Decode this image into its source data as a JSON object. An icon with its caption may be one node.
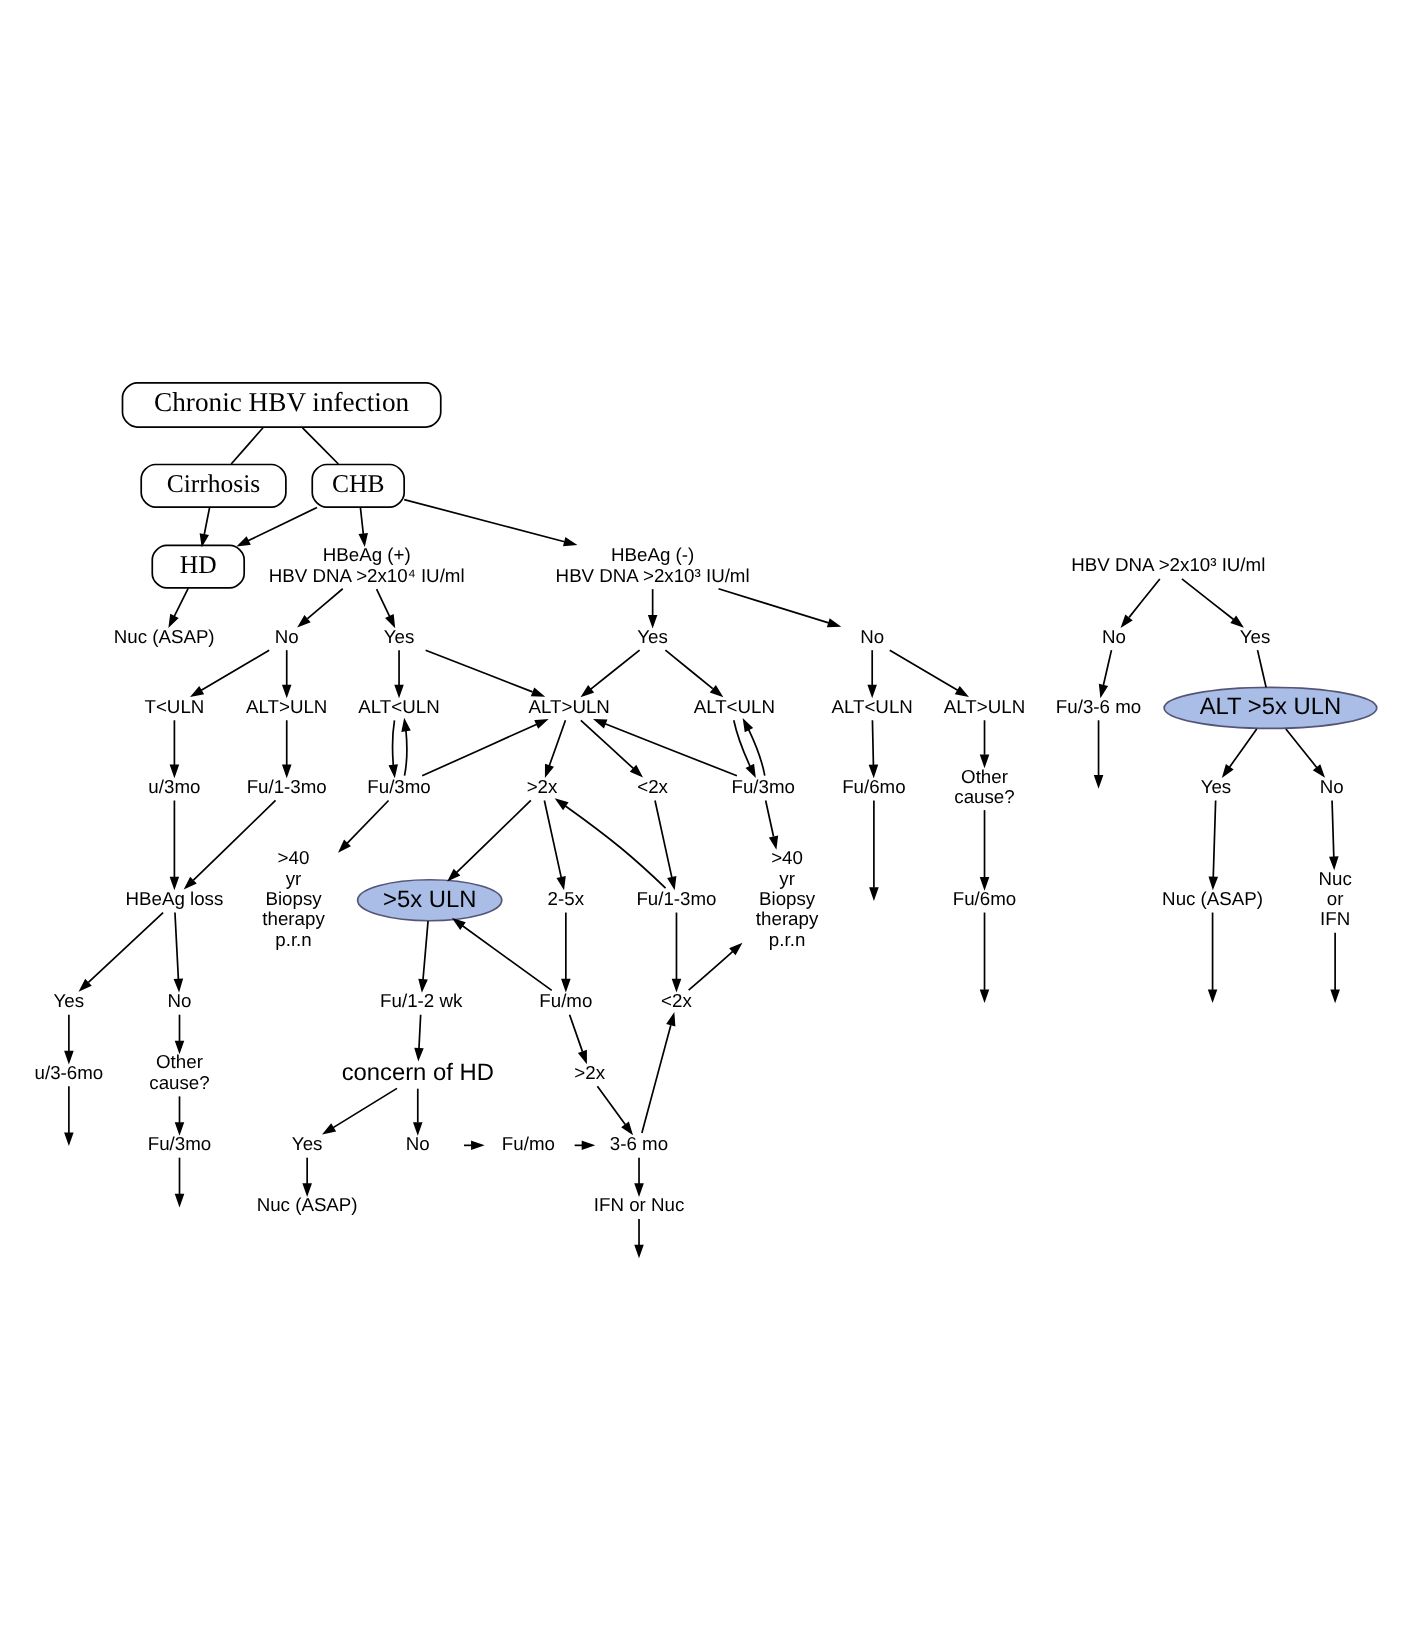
{
  "diagram": {
    "nodes": [
      {
        "text": [
          "Chronic HBV infection"
        ]
      },
      {
        "text": [
          "CHB"
        ]
      },
      {
        "text": [
          "Cirrhosis"
        ]
      },
      {
        "text": [
          "HD"
        ]
      },
      {
        "text": [
          "Nuc (ASAP)"
        ]
      },
      {
        "text": [
          "HBeAg (+)",
          "HBV DNA >2x10⁴ IU/ml"
        ]
      },
      {
        "text": [
          "HBeAg (-)",
          "HBV DNA >2x10³ IU/ml"
        ]
      },
      {
        "text": [
          "HBV DNA >2x10³ IU/ml"
        ]
      },
      {
        "text": [
          "No"
        ]
      },
      {
        "text": [
          "Yes"
        ]
      },
      {
        "text": [
          "Yes"
        ]
      },
      {
        "text": [
          "No"
        ]
      },
      {
        "text": [
          "No"
        ]
      },
      {
        "text": [
          "Yes"
        ]
      },
      {
        "text": [
          "ALT >5x ULN"
        ]
      },
      {
        "text": [
          "T<ULN"
        ]
      },
      {
        "text": [
          "ALT>ULN"
        ]
      },
      {
        "text": [
          "ALT<ULN"
        ]
      },
      {
        "text": [
          "ALT>ULN"
        ]
      },
      {
        "text": [
          "ALT<ULN"
        ]
      },
      {
        "text": [
          "ALT<ULN"
        ]
      },
      {
        "text": [
          "ALT>ULN"
        ]
      },
      {
        "text": [
          "Yes"
        ]
      },
      {
        "text": [
          "No"
        ]
      },
      {
        "text": [
          "u/3mo"
        ]
      },
      {
        "text": [
          "Fu/1-3mo"
        ]
      },
      {
        "text": [
          "Fu/3mo"
        ]
      },
      {
        "text": [
          ">2x"
        ]
      },
      {
        "text": [
          "<2x"
        ]
      },
      {
        "text": [
          "Fu/3mo"
        ]
      },
      {
        "text": [
          "Fu/6mo"
        ]
      },
      {
        "text": [
          "Other cause?"
        ]
      },
      {
        "text": [
          "Fu/3-6 mo"
        ]
      },
      {
        "text": [
          "Nuc (ASAP)"
        ]
      },
      {
        "text": [
          "Nuc or IFN"
        ]
      },
      {
        "text": [
          "HBeAg loss"
        ]
      },
      {
        "text": [
          ">40 yr Biopsy therapy p.r.n"
        ]
      },
      {
        "text": [
          ">5x ULN"
        ]
      },
      {
        "text": [
          "2-5x"
        ]
      },
      {
        "text": [
          "Fu/1-3mo"
        ]
      },
      {
        "text": [
          ">40 yr Biopsy therapy p.r.n"
        ]
      },
      {
        "text": [
          "Fu/6mo"
        ]
      },
      {
        "text": [
          "Yes"
        ]
      },
      {
        "text": [
          "No"
        ]
      },
      {
        "text": [
          "Fu/1-2 wk"
        ]
      },
      {
        "text": [
          "Fu/mo"
        ]
      },
      {
        "text": [
          "concern of HD"
        ]
      },
      {
        "text": [
          "u/3-6mo"
        ]
      },
      {
        "text": [
          "Other cause?"
        ]
      },
      {
        "text": [
          "<2x"
        ]
      },
      {
        "text": [
          ">2x"
        ]
      },
      {
        "text": [
          "Yes"
        ]
      },
      {
        "text": [
          "No"
        ]
      },
      {
        "text": [
          "Fu/mo"
        ]
      },
      {
        "text": [
          "3-6 mo"
        ]
      },
      {
        "text": [
          "Fu/3mo"
        ]
      },
      {
        "text": [
          "Nuc (ASAP)"
        ]
      },
      {
        "text": [
          "IFN or Nuc"
        ]
      }
    ],
    "edges": [
      {
        "from": 0,
        "to": 1,
        "arrow": "none"
      },
      {
        "from": 0,
        "to": 2,
        "arrow": "none"
      },
      {
        "from": 1,
        "to": 3,
        "arrow": "to"
      },
      {
        "from": 2,
        "to": 3,
        "arrow": "to"
      },
      {
        "from": 1,
        "to": 5,
        "arrow": "to"
      },
      {
        "from": 1,
        "to": 6,
        "arrow": "to"
      },
      {
        "from": 3,
        "to": 4,
        "arrow": "to"
      },
      {
        "from": 5,
        "to": 8,
        "arrow": "to"
      },
      {
        "from": 5,
        "to": 9,
        "arrow": "to"
      },
      {
        "from": 6,
        "to": 10,
        "arrow": "to"
      },
      {
        "from": 6,
        "to": 11,
        "arrow": "to"
      },
      {
        "from": 7,
        "to": 12,
        "arrow": "to"
      },
      {
        "from": 7,
        "to": 13,
        "arrow": "to"
      },
      {
        "from": 13,
        "to": 14,
        "arrow": "none"
      },
      {
        "from": 8,
        "to": 15,
        "arrow": "to"
      },
      {
        "from": 8,
        "to": 16,
        "arrow": "to"
      },
      {
        "from": 9,
        "to": 17,
        "arrow": "to"
      },
      {
        "from": 9,
        "to": 18,
        "arrow": "to"
      },
      {
        "from": 10,
        "to": 18,
        "arrow": "to"
      },
      {
        "from": 10,
        "to": 19,
        "arrow": "to"
      },
      {
        "from": 11,
        "to": 20,
        "arrow": "to"
      },
      {
        "from": 11,
        "to": 21,
        "arrow": "to"
      },
      {
        "from": 14,
        "to": 22,
        "arrow": "to"
      },
      {
        "from": 14,
        "to": 23,
        "arrow": "to"
      },
      {
        "from": 15,
        "to": 24,
        "arrow": "to"
      },
      {
        "from": 16,
        "to": 25,
        "arrow": "to"
      },
      {
        "from": 17,
        "to": 26,
        "arrow": "to"
      },
      {
        "from": 18,
        "to": 27,
        "arrow": "to"
      },
      {
        "from": 18,
        "to": 28,
        "arrow": "to"
      },
      {
        "from": 19,
        "to": 29,
        "arrow": "to"
      },
      {
        "from": 20,
        "to": 30,
        "arrow": "to"
      },
      {
        "from": 21,
        "to": 31,
        "arrow": "to"
      },
      {
        "from": 12,
        "to": 32,
        "arrow": "to"
      },
      {
        "from": 22,
        "to": 33,
        "arrow": "to"
      },
      {
        "from": 23,
        "to": 34,
        "arrow": "to"
      },
      {
        "from": 26,
        "to": 17,
        "arrow": "to"
      },
      {
        "from": 26,
        "to": 18,
        "arrow": "to"
      },
      {
        "from": 29,
        "to": 18,
        "arrow": "to"
      },
      {
        "from": 29,
        "to": 19,
        "arrow": "to"
      },
      {
        "from": 24,
        "to": 35,
        "arrow": "to"
      },
      {
        "from": 25,
        "to": 35,
        "arrow": "to"
      },
      {
        "from": 26,
        "to": 36,
        "arrow": "to"
      },
      {
        "from": 27,
        "to": 37,
        "arrow": "to"
      },
      {
        "from": 27,
        "to": 38,
        "arrow": "to"
      },
      {
        "from": 28,
        "to": 39,
        "arrow": "to"
      },
      {
        "from": 29,
        "to": 40,
        "arrow": "to"
      },
      {
        "from": 31,
        "to": 41,
        "arrow": "to"
      },
      {
        "from": 35,
        "to": 42,
        "arrow": "to"
      },
      {
        "from": 35,
        "to": 43,
        "arrow": "to"
      },
      {
        "from": 37,
        "to": 44,
        "arrow": "to"
      },
      {
        "from": 38,
        "to": 45,
        "arrow": "to"
      },
      {
        "from": 45,
        "to": 37,
        "arrow": "to"
      },
      {
        "from": 39,
        "to": 27,
        "arrow": "to"
      },
      {
        "from": 39,
        "to": 49,
        "arrow": "to"
      },
      {
        "from": 49,
        "to": 40,
        "arrow": "to"
      },
      {
        "from": 45,
        "to": 50,
        "arrow": "to"
      },
      {
        "from": 50,
        "to": 54,
        "arrow": "to"
      },
      {
        "from": 54,
        "to": 49,
        "arrow": "to"
      },
      {
        "from": 54,
        "to": 57,
        "arrow": "to"
      },
      {
        "from": 42,
        "to": 47,
        "arrow": "to"
      },
      {
        "from": 43,
        "to": 48,
        "arrow": "to"
      },
      {
        "from": 48,
        "to": 55,
        "arrow": "to"
      },
      {
        "from": 44,
        "to": 46,
        "arrow": "to"
      },
      {
        "from": 46,
        "to": 51,
        "arrow": "to"
      },
      {
        "from": 46,
        "to": 52,
        "arrow": "to"
      },
      {
        "from": 51,
        "to": 56,
        "arrow": "to"
      },
      {
        "from": 52,
        "to": 53,
        "arrow": "to"
      },
      {
        "from": 53,
        "to": 54,
        "arrow": "to"
      },
      {
        "from": 47,
        "to": null,
        "arrow": "to"
      },
      {
        "from": 55,
        "to": null,
        "arrow": "to"
      },
      {
        "from": 57,
        "to": null,
        "arrow": "to"
      },
      {
        "from": 30,
        "to": null,
        "arrow": "to"
      },
      {
        "from": 41,
        "to": null,
        "arrow": "to"
      },
      {
        "from": 32,
        "to": null,
        "arrow": "to"
      },
      {
        "from": 33,
        "to": null,
        "arrow": "to"
      },
      {
        "from": 34,
        "to": null,
        "arrow": "to"
      }
    ]
  }
}
